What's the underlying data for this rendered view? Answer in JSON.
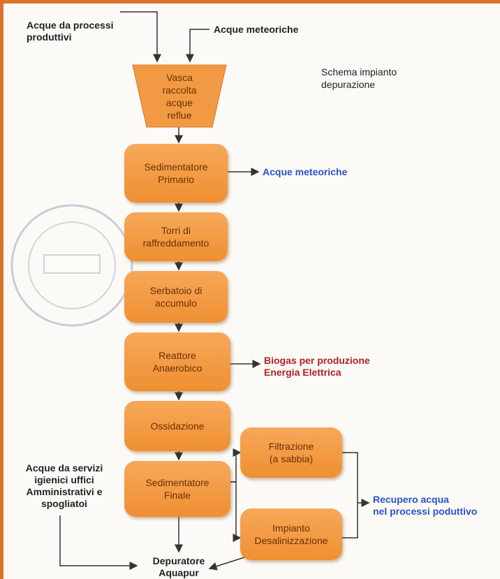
{
  "inputs": {
    "process_water": "Acque da processi\nproduttivi",
    "rain_water": "Acque meteoriche"
  },
  "schema_title": "Schema impianto\ndepurazione",
  "tank": "Vasca\nraccolta\nacque\nreflue",
  "boxes": {
    "primary_settler": "Sedimentatore\nPrimario",
    "cooling_towers": "Torri di\nraffreddamento",
    "storage_tank": "Serbatoio di\naccumulo",
    "anaerobic_reactor": "Reattore\nAnaerobico",
    "oxidation": "Ossidazione",
    "final_settler": "Sedimentatore\nFinale",
    "filtration": "Filtrazione\n(a sabbia)",
    "desalination": "Impianto\nDesalinizzazione"
  },
  "outputs": {
    "rain_out": "Acque meteoriche",
    "biogas": "Biogas per produzione\nEnergia Elettrica",
    "recovery": "Recupero acqua\nnel processi poduttivo",
    "services": "Acque da servizi\nigienici uffici\nAmministrativi e\nspogliatoi",
    "depurator": "Depuratore\nAquapur"
  },
  "colors": {
    "box_fill": "#f29a43",
    "frame": "#d9742b",
    "blue_text": "#2c52c9",
    "red_text": "#b2202a"
  }
}
